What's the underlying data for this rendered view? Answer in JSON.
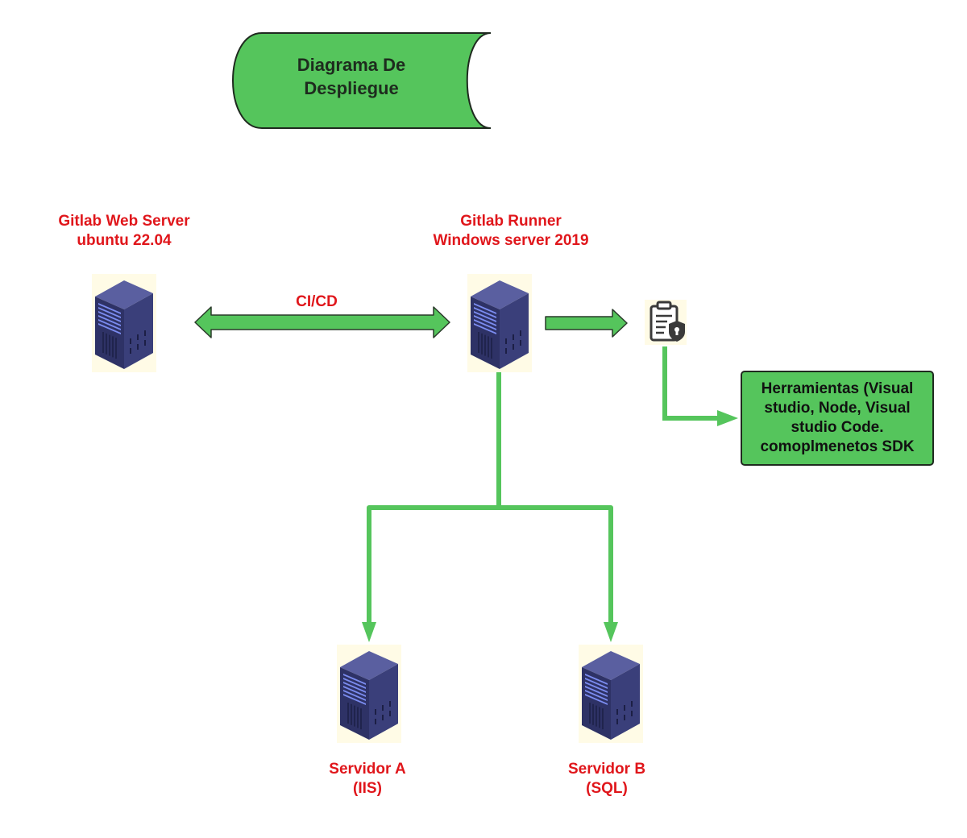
{
  "title": {
    "lines": [
      "Diagrama De",
      "Despliegue"
    ]
  },
  "nodes": {
    "gitlab_web_server": {
      "lines": [
        "Gitlab Web Server",
        "ubuntu 22.04"
      ]
    },
    "gitlab_runner": {
      "lines": [
        "Gitlab Runner",
        "Windows server 2019"
      ]
    },
    "servidor_a": {
      "lines": [
        "Servidor A",
        "(IIS)"
      ]
    },
    "servidor_b": {
      "lines": [
        "Servidor B",
        "(SQL)"
      ]
    }
  },
  "edges": {
    "cicd_label": "CI/CD"
  },
  "tools": {
    "lines": [
      "Herramientas (Visual",
      "studio, Node, Visual",
      "studio Code.",
      "comoplmenetos SDK"
    ]
  },
  "icons": {
    "server": "server-rack-icon",
    "clipboard": "clipboard-shield-icon"
  },
  "colors": {
    "green": "#55c55c",
    "red_text": "#e0161b",
    "outline": "#1f2a1f",
    "server_body": "#3a3f7a",
    "server_accent": "#7b8cf0"
  }
}
